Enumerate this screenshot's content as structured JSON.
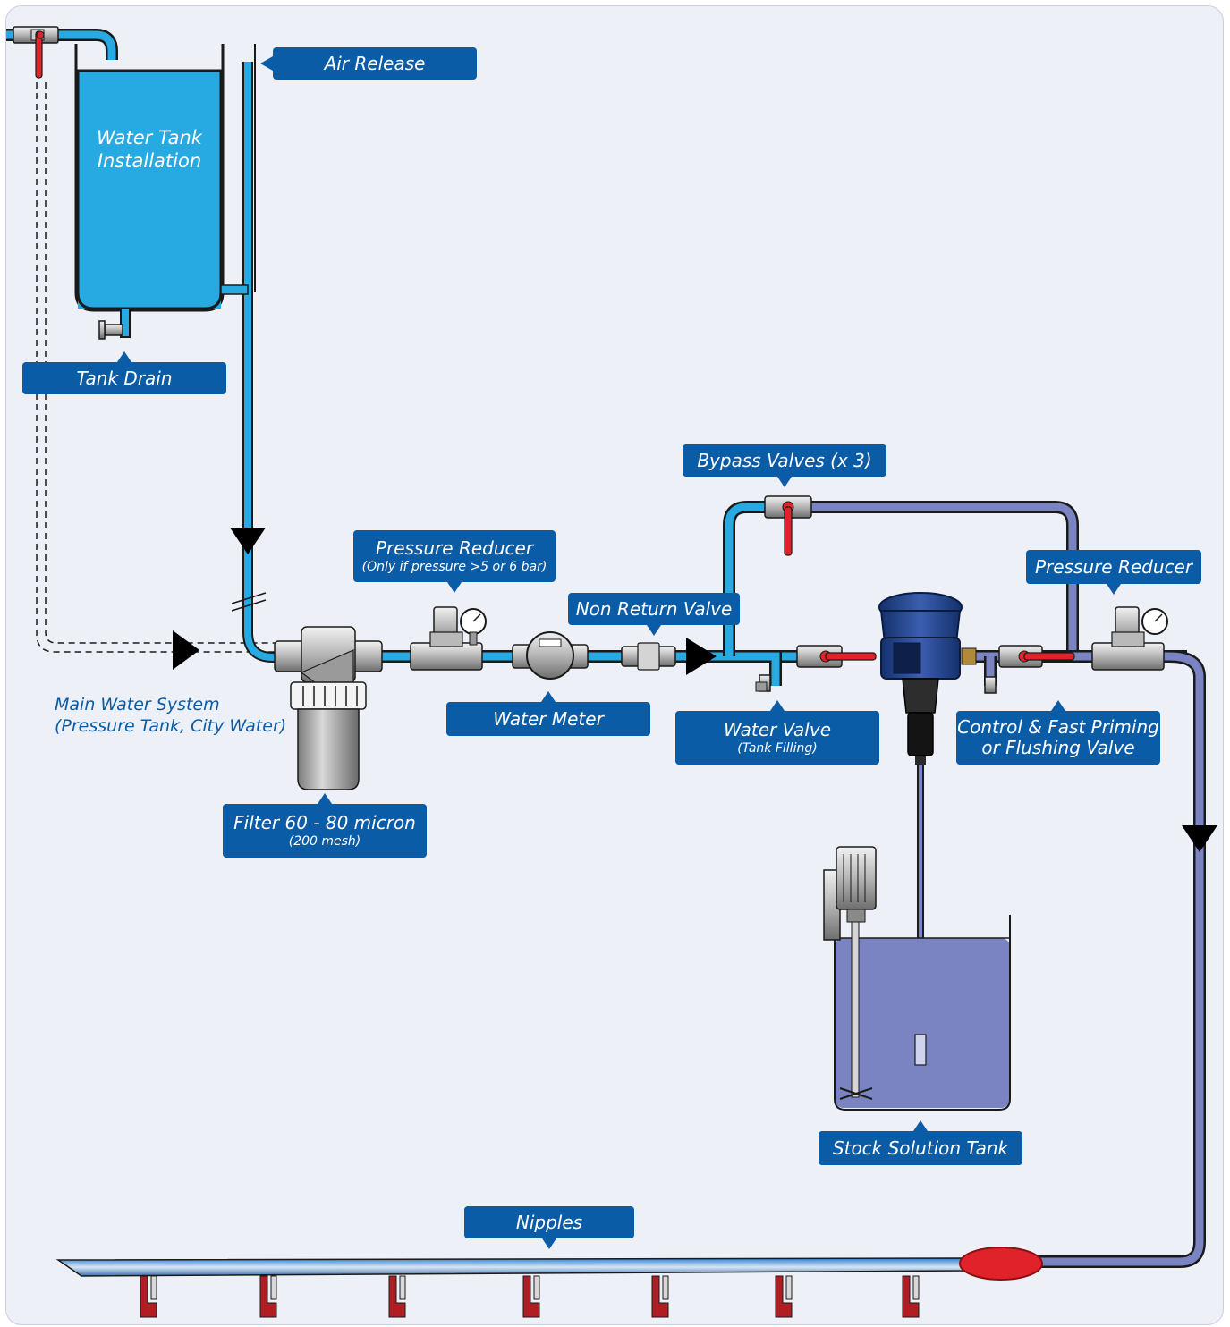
{
  "diagram": {
    "tank_label_line1": "Water Tank",
    "tank_label_line2": "Installation",
    "main_system_title": "Main Water System",
    "main_system_sub": "(Pressure Tank, City Water)"
  },
  "callouts": {
    "air_release": "Air Release",
    "tank_drain": "Tank Drain",
    "pressure_reducer_1_main": "Pressure Reducer",
    "pressure_reducer_1_sub": "(Only if pressure >5 or 6 bar)",
    "non_return_valve": "Non Return Valve",
    "bypass_valves": "Bypass Valves (x 3)",
    "pressure_reducer_2": "Pressure Reducer",
    "water_meter": "Water Meter",
    "water_valve_main": "Water Valve",
    "water_valve_sub": "(Tank Filling)",
    "control_valve_line1": "Control & Fast Priming",
    "control_valve_line2": "or Flushing Valve",
    "filter_main": "Filter 60 - 80 micron",
    "filter_sub": "(200 mesh)",
    "stock_tank": "Stock Solution Tank",
    "nipples": "Nipples"
  },
  "colors": {
    "water_pipe": "#27a9e1",
    "treated_pipe": "#7b84c3",
    "callout_bg": "#0b5ca6",
    "valve_red": "#e0232a",
    "canvas_bg": "#eef0f8"
  }
}
